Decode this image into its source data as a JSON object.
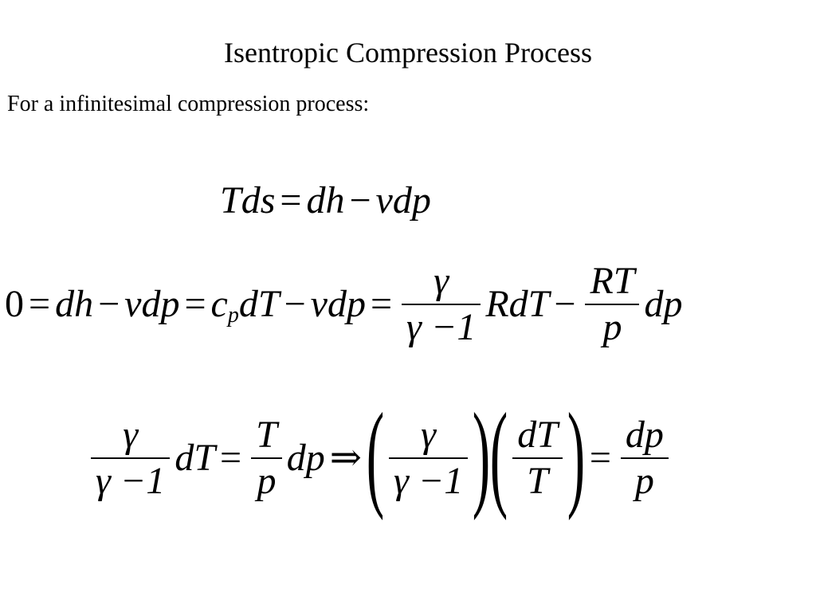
{
  "title": "Isentropic Compression Process",
  "intro": "For a infinitesimal compression process:",
  "eq1": {
    "lhs": "Tds",
    "eq": "=",
    "t1": "dh",
    "minus": "−",
    "t2": "vdp"
  },
  "eq2": {
    "zero": "0",
    "eq": "=",
    "t1": "dh",
    "minus": "−",
    "t2": "vdp",
    "c": "c",
    "p_sub": "p",
    "dT": "dT",
    "vdp": "vdp",
    "frac1_num": "γ",
    "frac1_den": "γ −1",
    "RdT": "RdT",
    "frac2_num": "RT",
    "frac2_den": "p",
    "dp": "dp"
  },
  "eq3": {
    "frac1_num": "γ",
    "frac1_den": "γ −1",
    "dT": "dT",
    "eq": "=",
    "frac2_num": "T",
    "frac2_den": "p",
    "dp": "dp",
    "implies": "⇒",
    "lparen": "(",
    "rparen": ")",
    "frac3_num": "γ",
    "frac3_den": "γ −1",
    "frac4_num": "dT",
    "frac4_den": "T",
    "frac5_num": "dp",
    "frac5_den": "p"
  }
}
